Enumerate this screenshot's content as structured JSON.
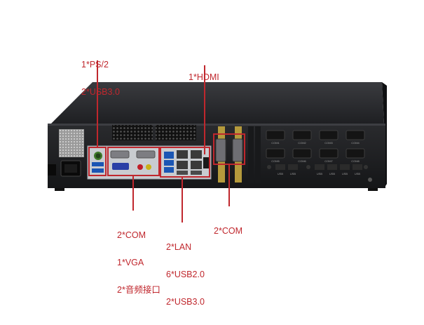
{
  "callouts": {
    "ps2_usb": {
      "lines": [
        "1*PS/2",
        "2*USB3.0"
      ]
    },
    "hdmi": {
      "lines": [
        "1*HDMI"
      ]
    },
    "com_vga_audio": {
      "lines": [
        "2*COM",
        "1*VGA",
        "2*音频接口"
      ]
    },
    "lan_usb": {
      "lines": [
        "2*LAN",
        "6*USB2.0",
        "2*USB3.0"
      ]
    },
    "com_right": {
      "lines": [
        "2*COM"
      ]
    }
  },
  "panel_labels": {
    "com_ports": [
      "COM1",
      "COM2",
      "COM3",
      "COM4",
      "COM5",
      "COM6",
      "COM7",
      "COM8"
    ],
    "usb_ports": [
      "USB",
      "USB",
      "USB",
      "USB",
      "USB",
      "USB"
    ]
  },
  "colors": {
    "callout": "#c0272d",
    "chassis": "#202124",
    "chassis_top": "#2c2d30",
    "io_plate": "#c9ccd0"
  }
}
